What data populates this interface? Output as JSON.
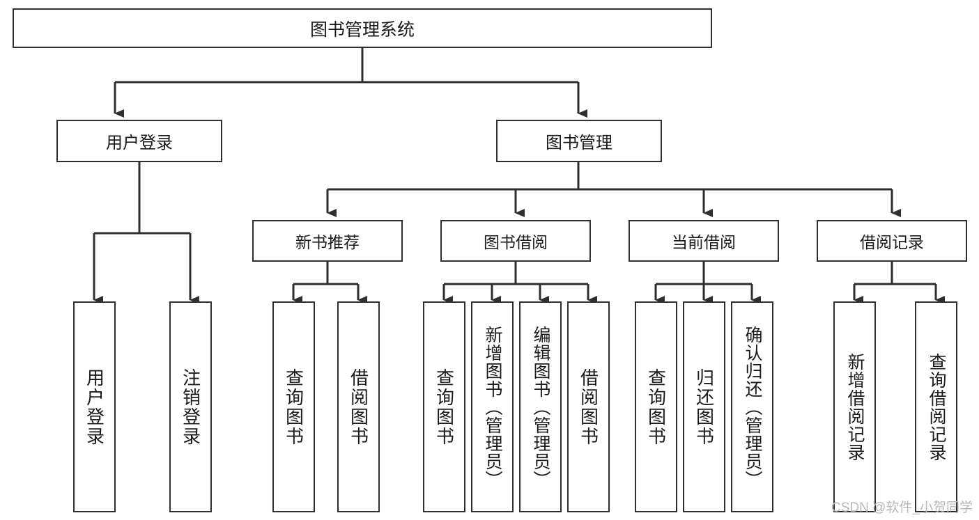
{
  "diagram": {
    "title_box": {
      "label": "图书管理系统"
    },
    "level2": [
      {
        "id": "user-login",
        "label": "用户登录"
      },
      {
        "id": "book-management",
        "label": "图书管理"
      }
    ],
    "level3": [
      {
        "id": "new-book-recommend",
        "label": "新书推荐"
      },
      {
        "id": "book-borrow",
        "label": "图书借阅"
      },
      {
        "id": "current-borrow",
        "label": "当前借阅"
      },
      {
        "id": "borrow-record",
        "label": "借阅记录"
      }
    ],
    "leaves": [
      {
        "id": "leaf-user-login",
        "label": "用户登录"
      },
      {
        "id": "leaf-logout-login",
        "label": "注销登录"
      },
      {
        "id": "leaf-query-book-1",
        "label": "查询图书"
      },
      {
        "id": "leaf-borrow-book-1",
        "label": "借阅图书"
      },
      {
        "id": "leaf-query-book-2",
        "label": "查询图书"
      },
      {
        "id": "leaf-add-book",
        "label": "新增图书（管理员）"
      },
      {
        "id": "leaf-edit-book",
        "label": "编辑图书（管理员）"
      },
      {
        "id": "leaf-borrow-book-2",
        "label": "借阅图书"
      },
      {
        "id": "leaf-query-book-3",
        "label": "查询图书"
      },
      {
        "id": "leaf-return-book",
        "label": "归还图书"
      },
      {
        "id": "leaf-confirm-return",
        "label": "确认归还（管理员）"
      },
      {
        "id": "leaf-add-borrow-record",
        "label": "新增借阅记录"
      },
      {
        "id": "leaf-query-borrow-record",
        "label": "查询借阅记录"
      }
    ],
    "watermark": "CSDN @软件_小贺同学",
    "colors": {
      "stroke": "#2f2f2f",
      "fill": "#ffffff",
      "text": "#1b1b1b",
      "watermark": "#b9b9b9"
    }
  }
}
